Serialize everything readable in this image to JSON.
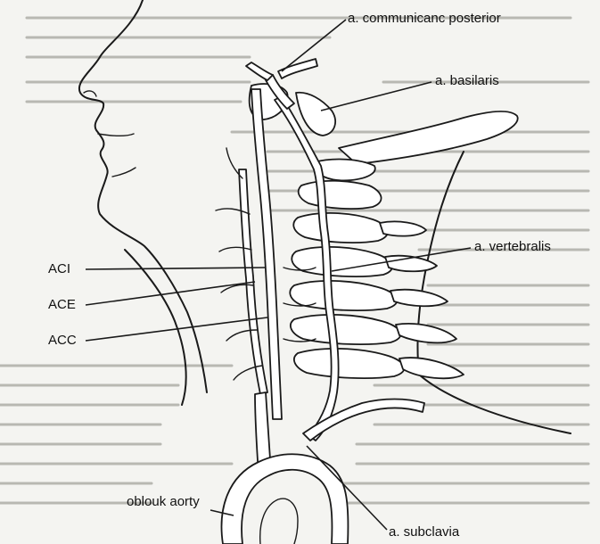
{
  "labels": {
    "communicans_posterior": "a. communicanc posterior",
    "basilaris": "a. basilaris",
    "vertebralis": "a. vertebralis",
    "aci": "ACI",
    "ace": "ACE",
    "acc": "ACC",
    "oblouk_aorty": "oblouk aorty",
    "subclavia": "a. subclavia"
  },
  "colors": {
    "ink": "#1a1a1a",
    "paper": "#f4f4f1",
    "bleed_text": "#b8b8b2"
  }
}
